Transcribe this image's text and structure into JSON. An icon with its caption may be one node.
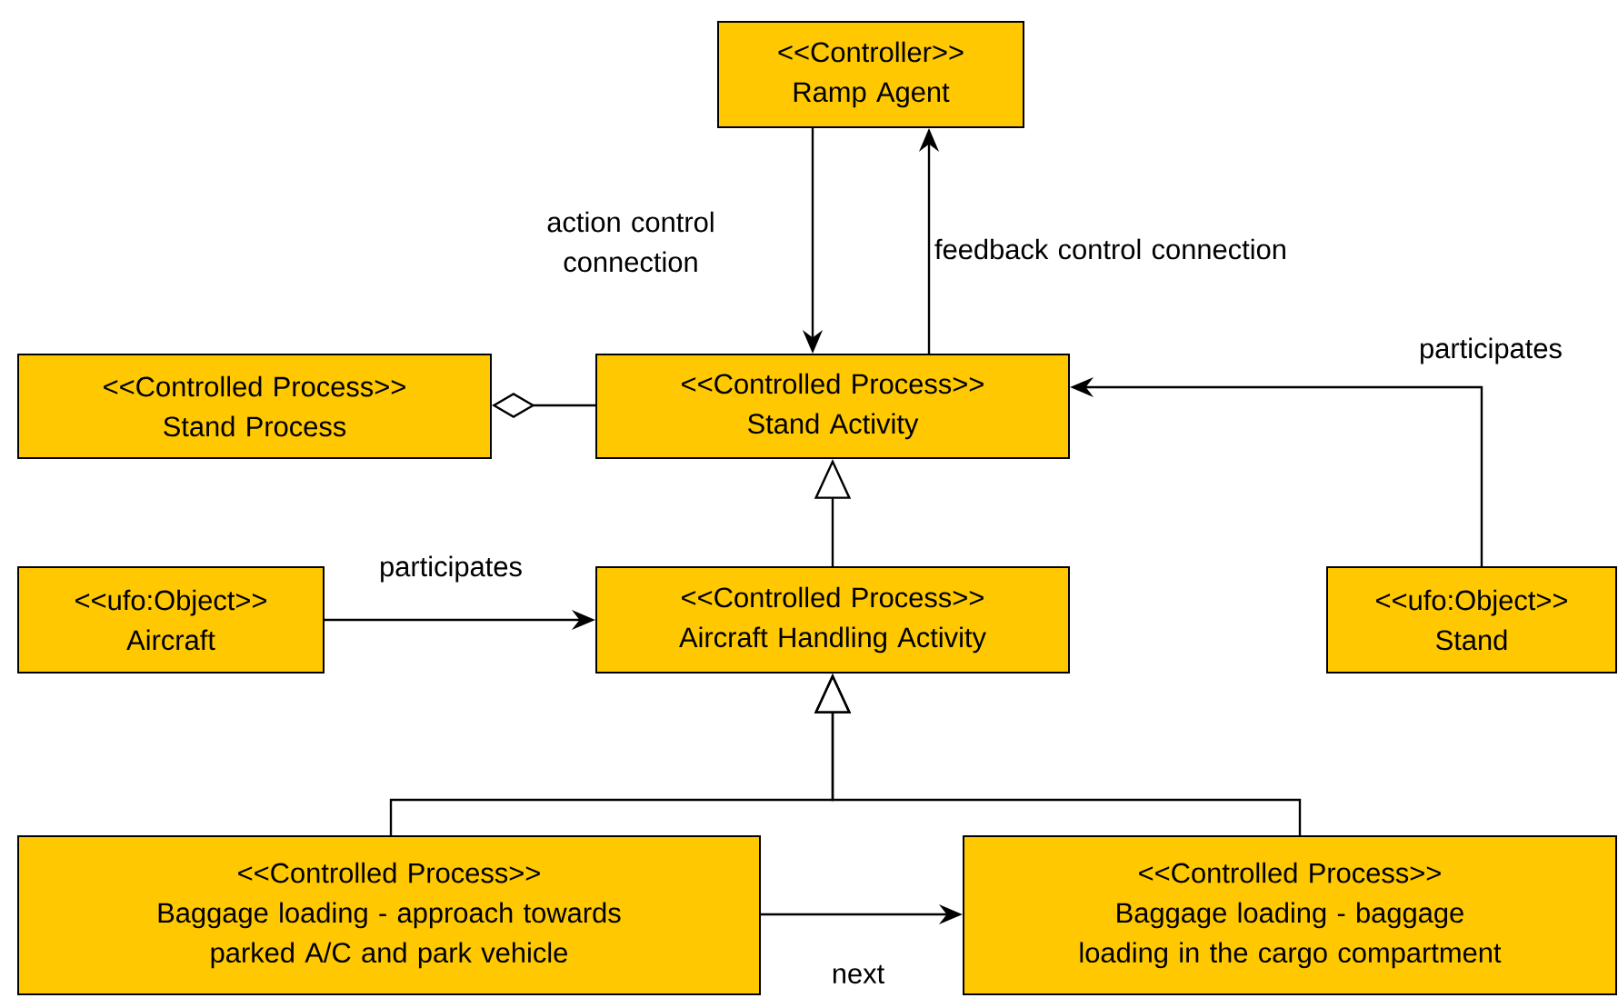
{
  "diagram": {
    "nodes": [
      {
        "text": [
          "<<Controller>>",
          "Ramp Agent"
        ]
      },
      {
        "text": [
          "<<Controlled Process>>",
          "Stand Process"
        ]
      },
      {
        "text": [
          "<<Controlled Process>>",
          "Stand Activity"
        ]
      },
      {
        "text": [
          "<<ufo:Object>>",
          "Aircraft"
        ]
      },
      {
        "text": [
          "<<Controlled Process>>",
          "Aircraft Handling Activity"
        ]
      },
      {
        "text": [
          "<<ufo:Object>>",
          "Stand"
        ]
      },
      {
        "text": [
          "<<Controlled Process>>",
          "Baggage loading - approach towards parked A/C and park vehicle"
        ]
      },
      {
        "text": [
          "<<Controlled Process>>",
          "Baggage loading - baggage loading in the cargo compartment"
        ]
      }
    ],
    "edges": [
      {
        "from": 0,
        "to": 2,
        "arrow": "to",
        "label": "action control connection"
      },
      {
        "from": 2,
        "to": 0,
        "arrow": "to",
        "label": "feedback control connection"
      },
      {
        "from": 2,
        "to": 1,
        "arrow": "other"
      },
      {
        "from": 5,
        "to": 2,
        "arrow": "to",
        "label": "participates"
      },
      {
        "from": 3,
        "to": 4,
        "arrow": "to",
        "label": "participates"
      },
      {
        "from": 4,
        "to": 2,
        "arrow": "to"
      },
      {
        "from": 6,
        "to": 4,
        "arrow": "to"
      },
      {
        "from": 7,
        "to": 4,
        "arrow": "to"
      },
      {
        "from": 6,
        "to": 7,
        "arrow": "to",
        "label": "next"
      }
    ]
  }
}
